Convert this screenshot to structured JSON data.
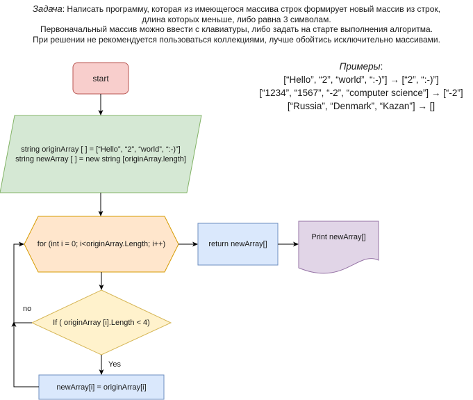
{
  "task": {
    "label": "Задача",
    "line1": ": Написать программу, которая из имеющегося массива строк формирует новый массив из строк,",
    "line2": "длина которых меньше, либо равна 3 символам.",
    "line3": "Первоначальный массив можно ввести с клавиатуры, либо задать на старте выполнения алгоритма.",
    "line4": "При решении не рекомендуется пользоваться коллекциями, лучше обойтись исключительно массивами."
  },
  "examples": {
    "title": "Примеры",
    "colon": ":",
    "lines": [
      "[“Hello”, “2”, “world”, “:-)”] → [“2”, “:-)”]",
      "[“1234”, “1567”, “-2”, “computer science”] → [“-2”]",
      "[“Russia”, “Denmark”, “Kazan”] → []"
    ]
  },
  "flow": {
    "start": "start",
    "init_line1": "string originArray [ ] = [“Hello”, “2”, “world”, “:-)”]",
    "init_line2": "string newArray [ ] = new string [originArray.length]",
    "loop": "for (int i = 0; i<originArray.Length; i++)",
    "ret": "return newArray[]",
    "print": "Print newArray[]",
    "cond": "If ( originArray [i].Length < 4)",
    "assign": "newArray[i] = originArray[i]",
    "no_label": "no",
    "yes_label": "Yes"
  },
  "colors": {
    "start_fill": "#f8cecc",
    "start_stroke": "#b85450",
    "init_fill": "#d5e8d4",
    "init_stroke": "#82b366",
    "loop_fill": "#ffe6cc",
    "loop_stroke": "#d79b00",
    "cond_fill": "#fff2cc",
    "cond_stroke": "#d6b656",
    "box_fill": "#dae8fc",
    "box_stroke": "#6c8ebf",
    "doc_fill": "#e1d5e7",
    "doc_stroke": "#9673a6"
  }
}
